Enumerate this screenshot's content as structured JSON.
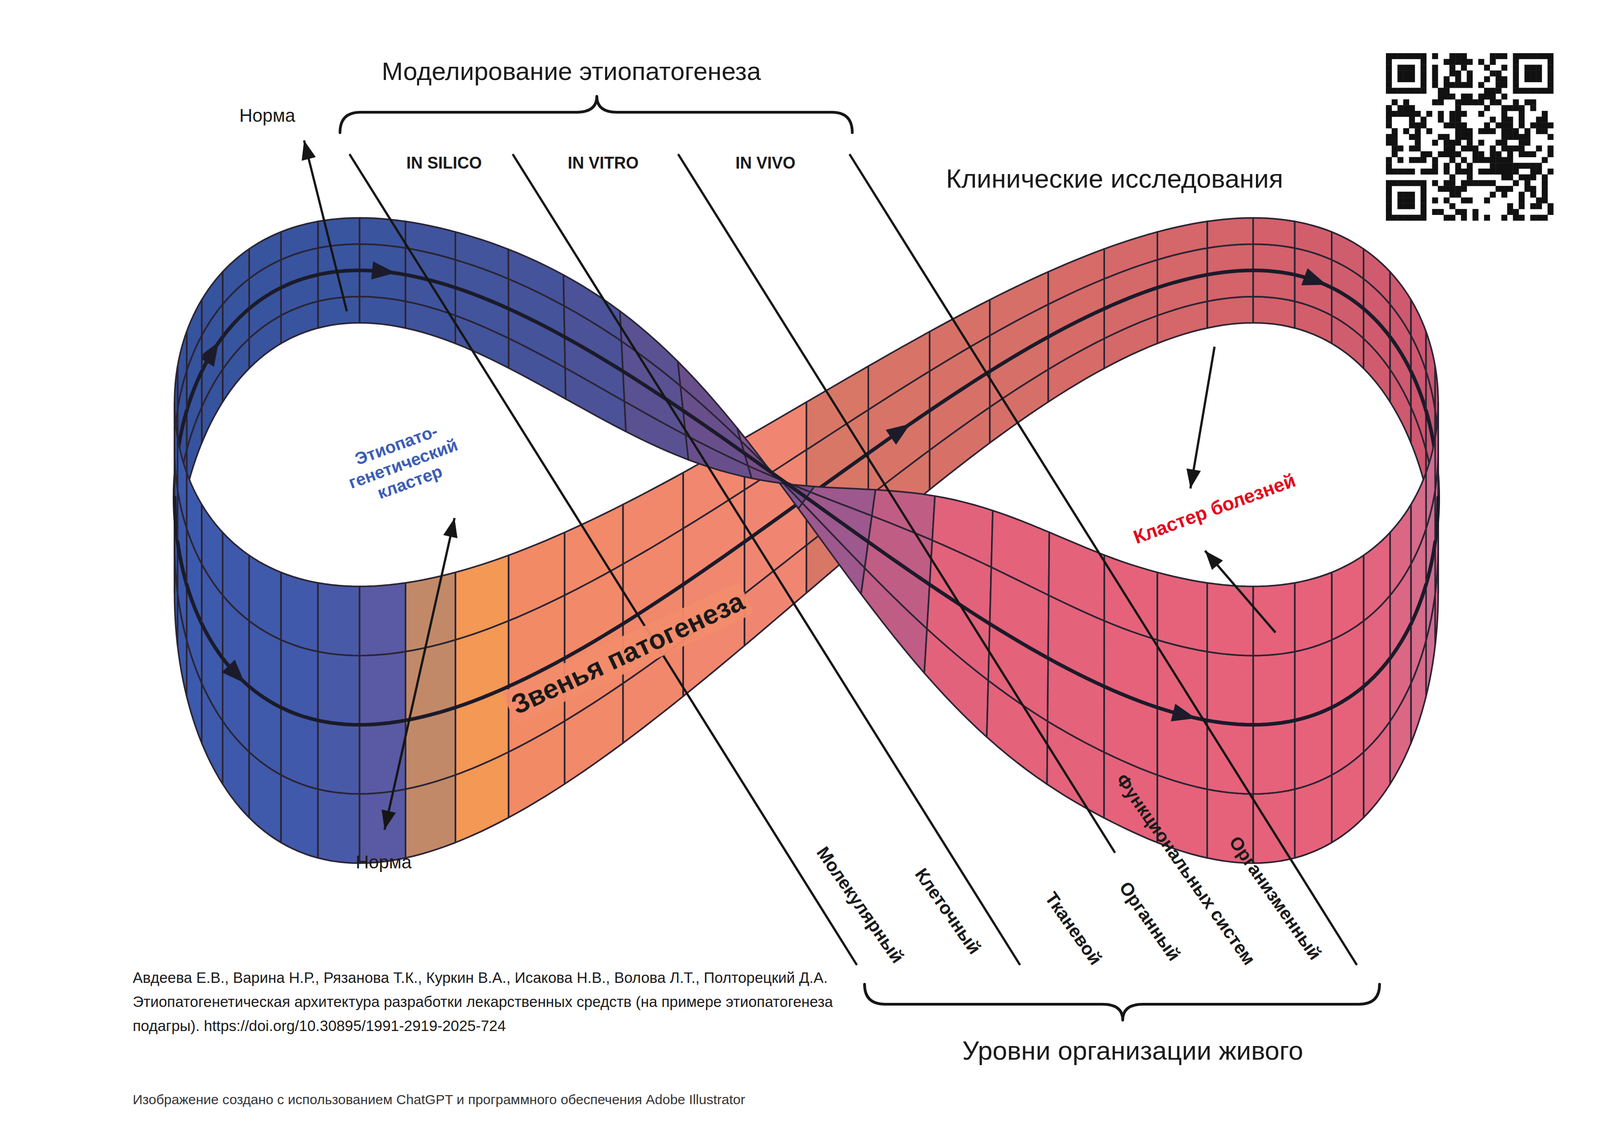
{
  "diagram": {
    "caption": "Авдеева Е.В., Варина Н.Р., Рязанова Т.К., Куркин В.А., Исакова Н.В., Волова Л.Т., Полторецкий Д.А. Этиопатогенетическая архитектура разработки лекарственных средств (на примере этиопатогенеза подагры). https://doi.org/10.30895/1991-2919-2025-724",
    "labels": [
      "Моделирование этиопатогенеза",
      "Норма",
      "IN SILICO",
      "IN VITRO",
      "IN VIVO",
      "Клинические исследования",
      "Этиопато- генетический кластер",
      "Кластер болезней",
      "Звенья патогенеза",
      "Норма",
      "Молекулярный",
      "Клеточный",
      "Тканевой",
      "Органный",
      "Функциональных систем",
      "Организменный",
      "Уровни организации живого",
      "Изображение создано с использованием ChatGPT и программного обеспечения Adobe Illustrator"
    ]
  }
}
